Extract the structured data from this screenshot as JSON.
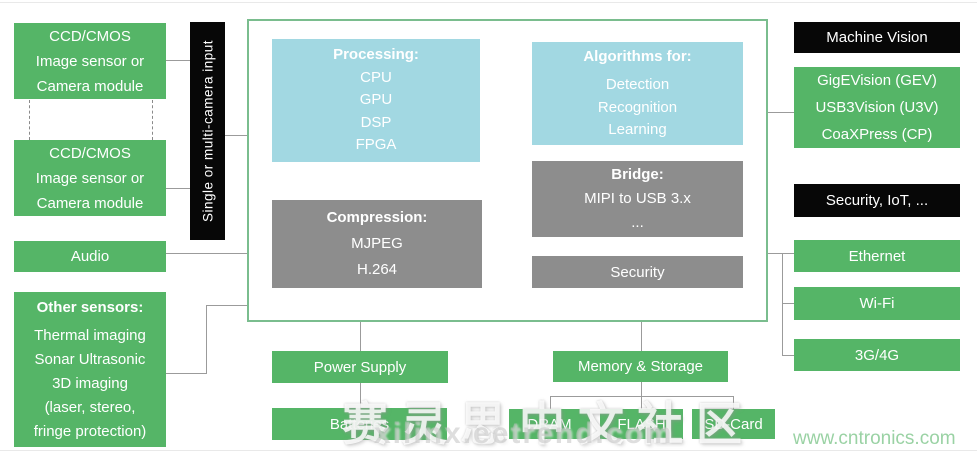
{
  "diagram": {
    "left": {
      "camera1": {
        "lines": [
          "CCD/CMOS",
          "Image sensor or",
          "Camera module"
        ]
      },
      "camera2": {
        "lines": [
          "CCD/CMOS",
          "Image sensor or",
          "Camera module"
        ]
      },
      "audio": "Audio",
      "other_sensors": {
        "title": "Other sensors:",
        "lines": [
          "Thermal imaging",
          "Sonar Ultrasonic",
          "3D imaging",
          "(laser, stereo,",
          "fringe protection)"
        ]
      }
    },
    "input_bar": "Single or multi-camera input",
    "center": {
      "processing": {
        "title": "Processing:",
        "lines": [
          "CPU",
          "GPU",
          "DSP",
          "FPGA"
        ]
      },
      "compression": {
        "title": "Compression:",
        "lines": [
          "MJPEG",
          "H.264"
        ]
      },
      "algorithms": {
        "title": "Algorithms for:",
        "lines": [
          "Detection",
          "Recognition",
          "Learning"
        ]
      },
      "bridge": {
        "title": "Bridge:",
        "lines": [
          "MIPI to USB 3.x",
          "..."
        ]
      },
      "security": "Security"
    },
    "right": {
      "machine_vision": "Machine Vision",
      "vision_interfaces": {
        "lines": [
          "GigEVision (GEV)",
          "USB3Vision (U3V)",
          "CoaXPress (CP)"
        ]
      },
      "security_iot": "Security, IoT, ...",
      "ethernet": "Ethernet",
      "wifi": "Wi-Fi",
      "cellular": "3G/4G"
    },
    "bottom": {
      "power_supply": "Power Supply",
      "batteries": "Batteries",
      "memory_storage": "Memory & Storage",
      "dram": "DRAM",
      "flash": "FLASH",
      "sd_card": "SD-Card"
    },
    "watermarks": {
      "cn_text": "赛灵思中文社区",
      "site": "xilinx.eetrend.com",
      "corner": "www.cntronics.com"
    },
    "colors": {
      "green": "#55b567",
      "blue": "#a2d8e2",
      "gray": "#8d8d8d",
      "black": "#070707",
      "container_border": "#7abd8e",
      "connector": "#9b9b9b",
      "watermark_green": "#9ad2a4"
    }
  }
}
